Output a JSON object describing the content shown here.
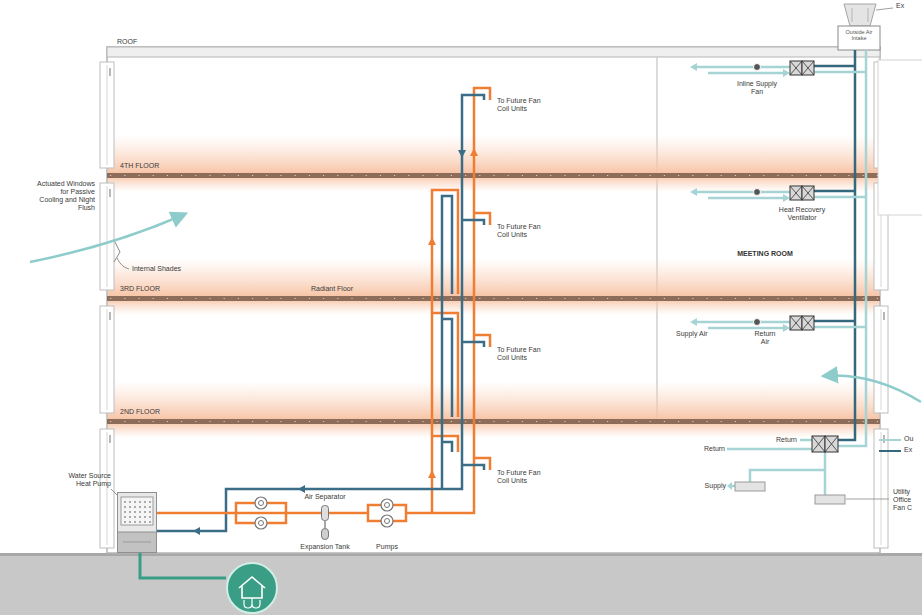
{
  "diagram": {
    "nodes": [
      {
        "text": [
          "Water Source Heat Pump"
        ]
      },
      {
        "text": [
          "Air Separator"
        ]
      },
      {
        "text": [
          "Expansion Tank"
        ]
      },
      {
        "text": [
          "Pumps"
        ]
      }
    ],
    "edges": [
      {
        "from": 0,
        "to": 1,
        "arrow": "none"
      },
      {
        "from": 1,
        "to": 3,
        "arrow": "none"
      },
      {
        "from": 2,
        "to": 1,
        "arrow": "none"
      }
    ],
    "labels": [
      "Ex",
      "Outside Air Intake",
      "ROOF",
      "To Future Fan Coil Units",
      "Inline Supply Fan",
      "4TH FLOOR",
      "Actuated Windows for Passive Cooling and Night Flush",
      "To Future Fan Coil Units",
      "Heat Recovery Ventilator",
      "MEETING ROOM",
      "Internal Shades",
      "3RD FLOOR",
      "Radiant Floor",
      "Supply Air",
      "Return Air",
      "To Future Fan Coil Units",
      "2ND FLOOR",
      "Return",
      "Ou",
      "Ex",
      "Return",
      "To Future Fan Coil Units",
      "Supply",
      "Utility Office Fan C"
    ]
  }
}
